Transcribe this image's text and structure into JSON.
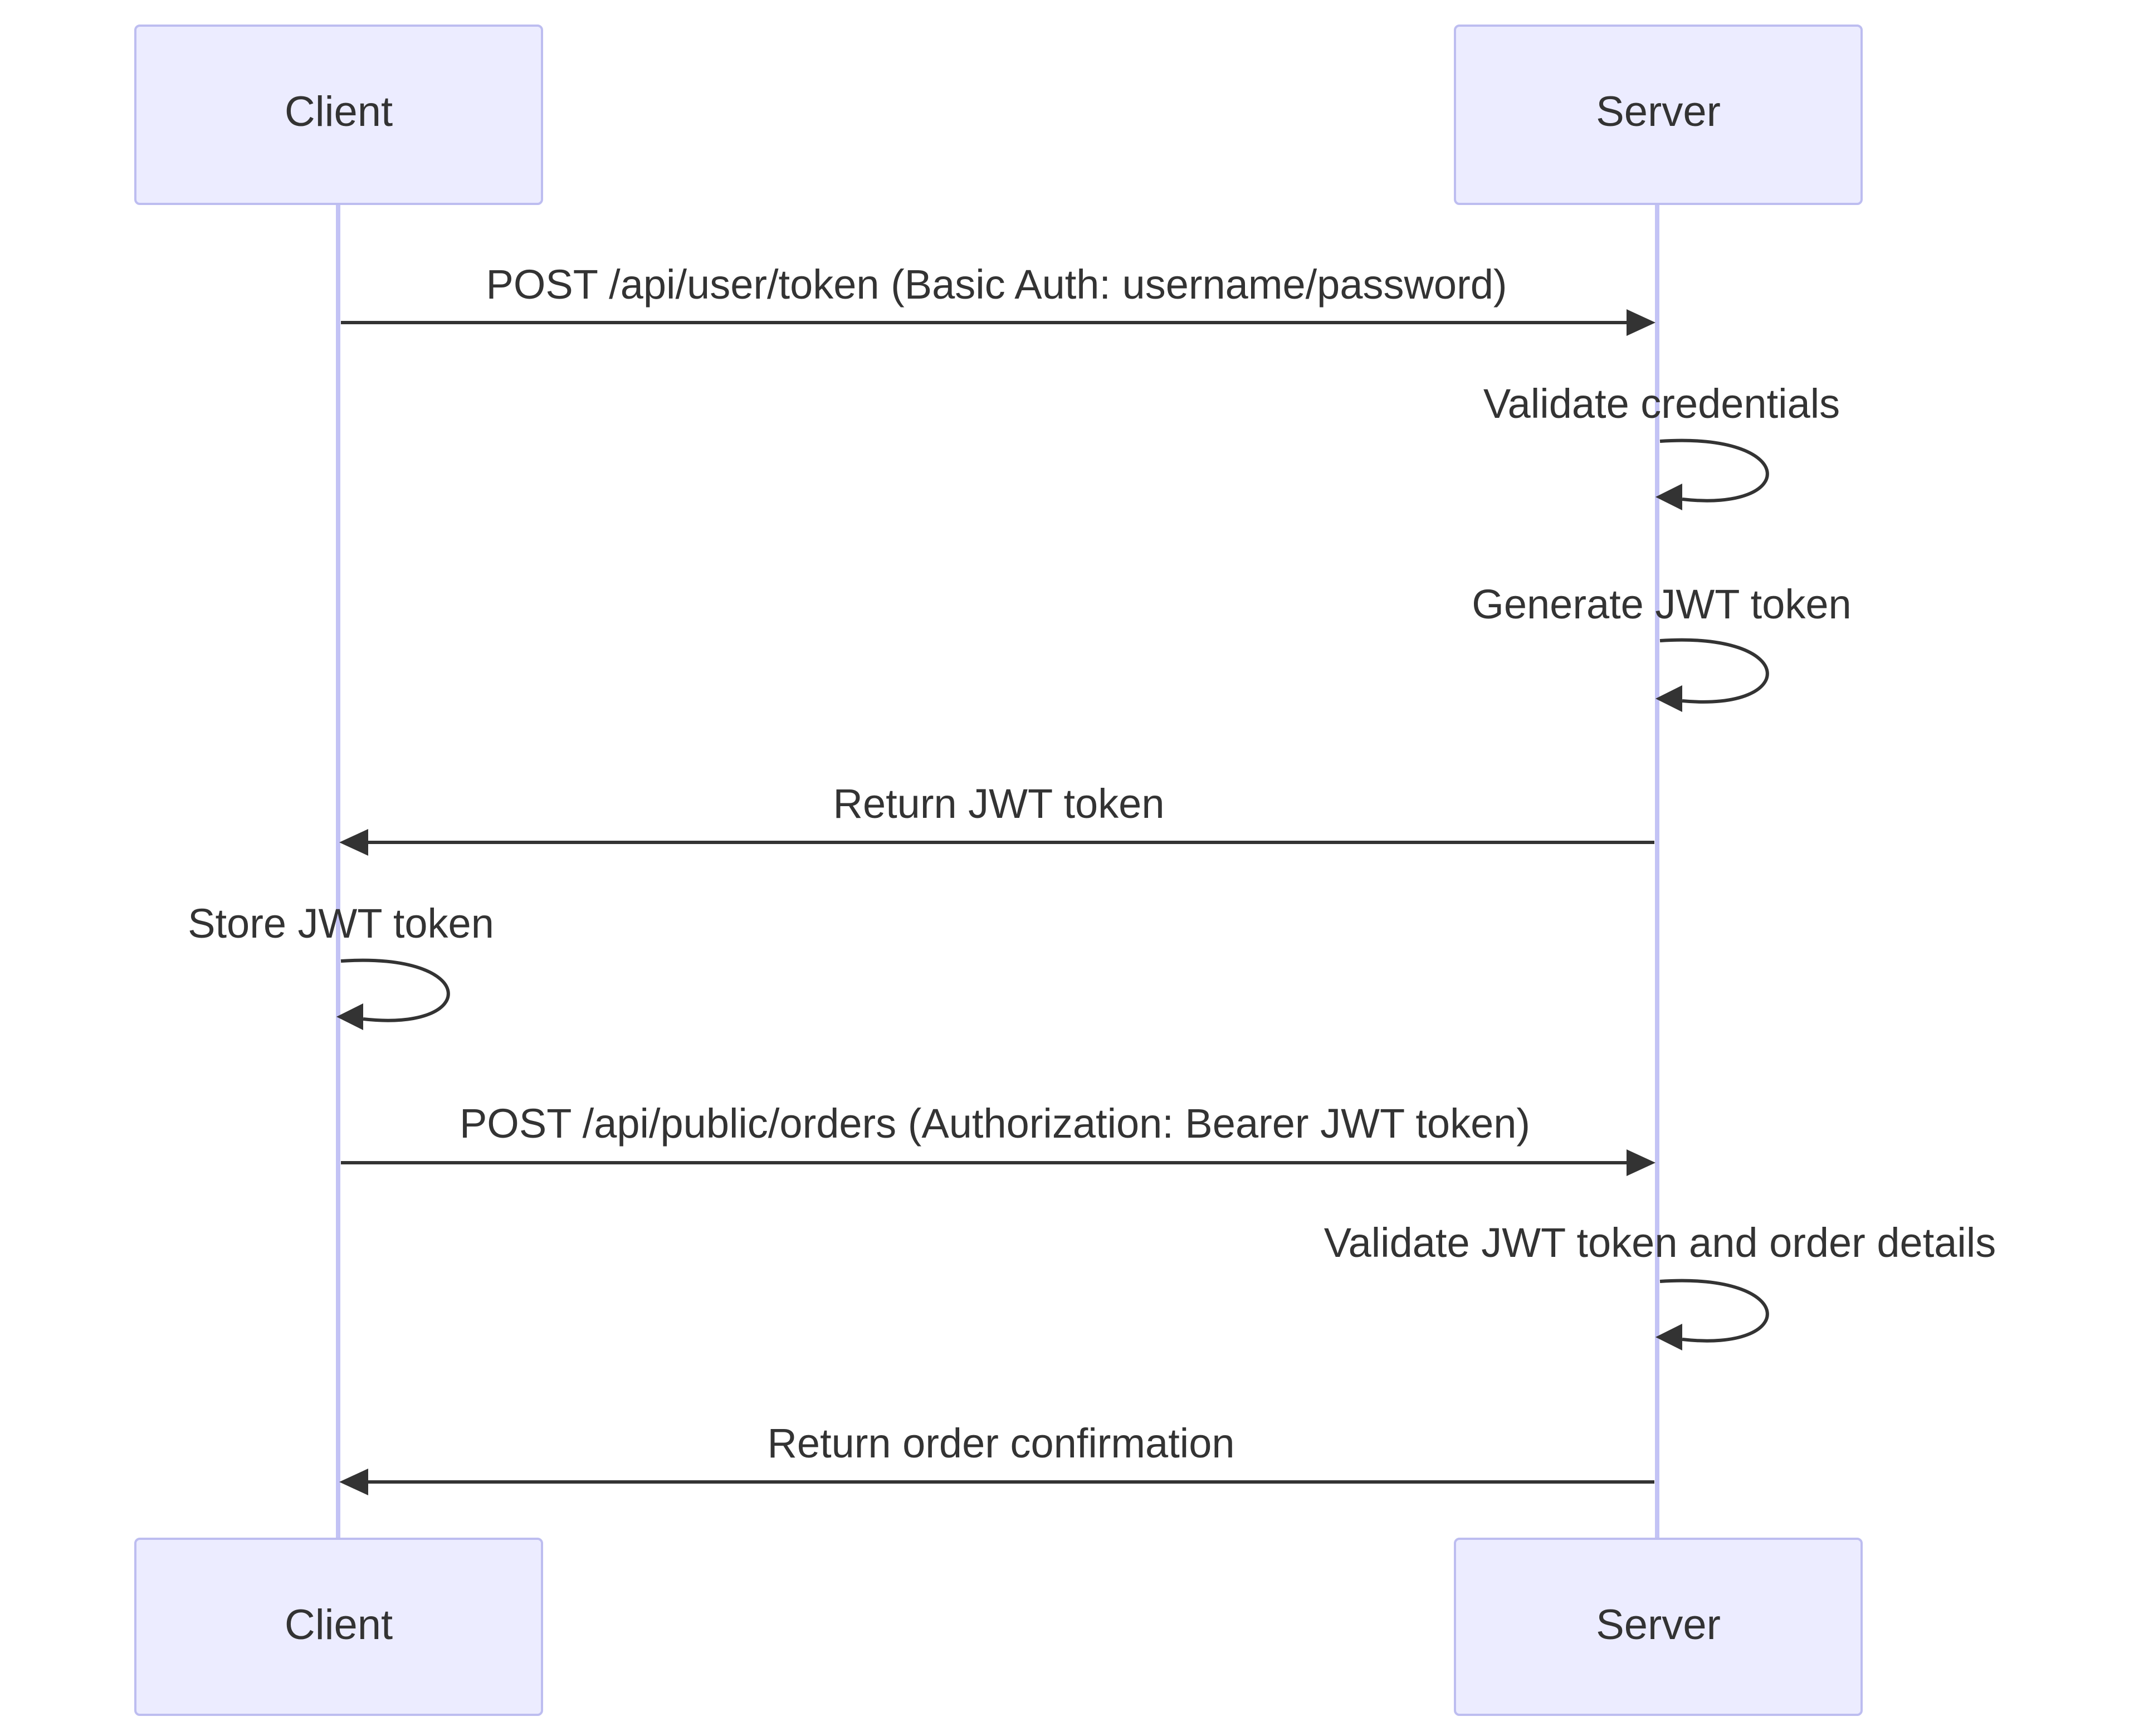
{
  "colors": {
    "actor_fill": "#ECECFF",
    "actor_stroke": "#BDBDF0",
    "lifeline": "#C3C3F5",
    "message": "#333333",
    "text": "#333333"
  },
  "participants": [
    {
      "id": "client",
      "top_label": "Client",
      "bottom_label": "Client"
    },
    {
      "id": "server",
      "top_label": "Server",
      "bottom_label": "Server"
    }
  ],
  "messages": [
    {
      "from": "client",
      "to": "server",
      "text": "POST /api/user/token (Basic Auth: username/password)"
    },
    {
      "from": "server",
      "to": "server",
      "text": "Validate credentials"
    },
    {
      "from": "server",
      "to": "server",
      "text": "Generate JWT token"
    },
    {
      "from": "server",
      "to": "client",
      "text": "Return JWT token"
    },
    {
      "from": "client",
      "to": "client",
      "text": "Store JWT token"
    },
    {
      "from": "client",
      "to": "server",
      "text": "POST /api/public/orders (Authorization: Bearer JWT token)"
    },
    {
      "from": "server",
      "to": "server",
      "text": "Validate JWT token and order details"
    },
    {
      "from": "server",
      "to": "client",
      "text": "Return order confirmation"
    }
  ]
}
